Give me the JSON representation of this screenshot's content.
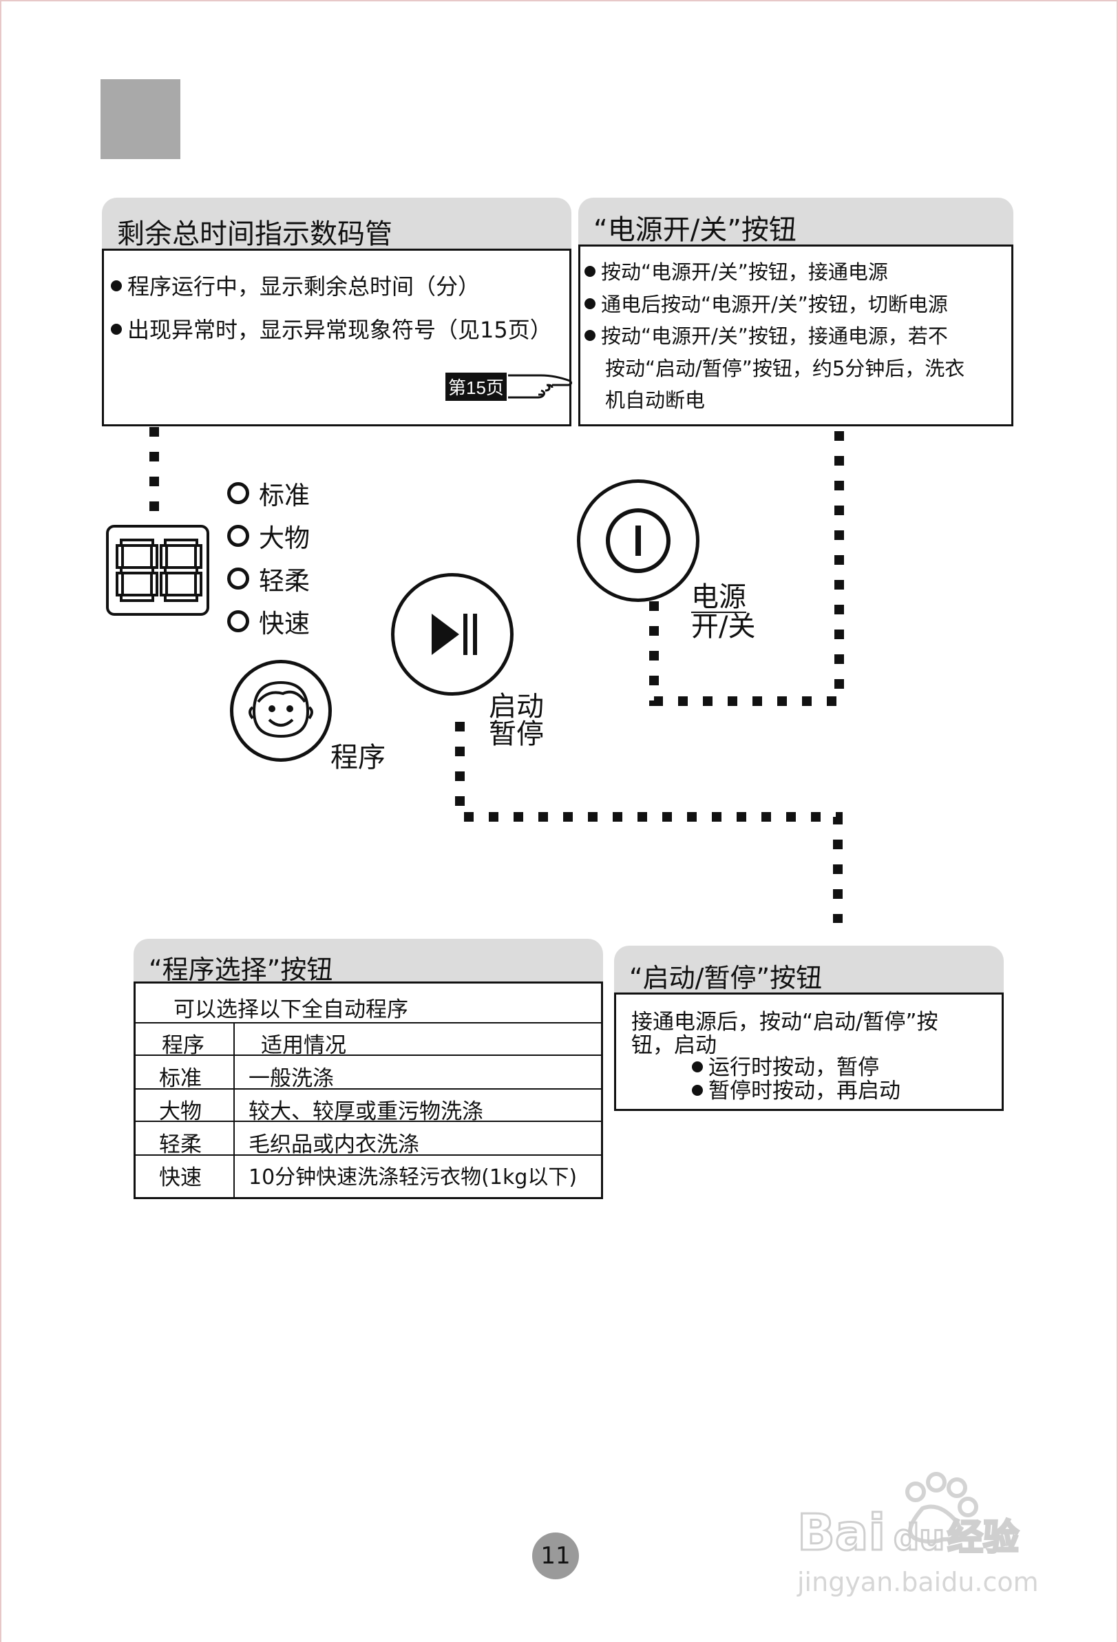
{
  "time_display_callout": {
    "title": "剩余总时间指示数码管",
    "bullets": [
      "程序运行中，显示剩余总时间（分）",
      "出现异常时，显示异常现象符号（见15页）"
    ],
    "page_ref": "第15页",
    "icon": "pointing-hand-icon"
  },
  "power_callout": {
    "title": "“电源开/关”按钮",
    "lines": [
      "按动“电源开/关”按钮，接通电源",
      "通电后按动“电源开/关”按钮，切断电源",
      "按动“电源开/关”按钮，接通电源，若不",
      "按动“启动/暂停”按钮，约5分钟后，洗衣",
      "机自动断电"
    ]
  },
  "panel": {
    "display_digits": "88",
    "program_options": [
      "标准",
      "大物",
      "轻柔",
      "快速"
    ],
    "program_button_label": "程序",
    "start_pause_label": [
      "启动",
      "暂停"
    ],
    "power_label": [
      "电源",
      "开/关"
    ],
    "icons": {
      "program": "smiley-face-icon",
      "start_pause": "play-pause-icon",
      "power": "power-icon"
    }
  },
  "program_callout": {
    "title": "“程序选择”按钮",
    "intro": "可以选择以下全自动程序",
    "headers": [
      "程序",
      "适用情况"
    ],
    "rows": [
      [
        "标准",
        "一般洗涤"
      ],
      [
        "大物",
        "较大、较厚或重污物洗涤"
      ],
      [
        "轻柔",
        "毛织品或内衣洗涤"
      ],
      [
        "快速",
        "10分钟快速洗涤轻污衣物(1kg以下)"
      ]
    ]
  },
  "start_pause_callout": {
    "title": "“启动/暂停”按钮",
    "line1": "接通电源后，按动“启动/暂停”按",
    "line2": "钮，启动",
    "bullets": [
      "运行时按动，暂停",
      "暂停时按动，再启动"
    ]
  },
  "page_number": "11",
  "watermark": {
    "brand": "Bai du 经验",
    "url": "jingyan.baidu.com"
  }
}
